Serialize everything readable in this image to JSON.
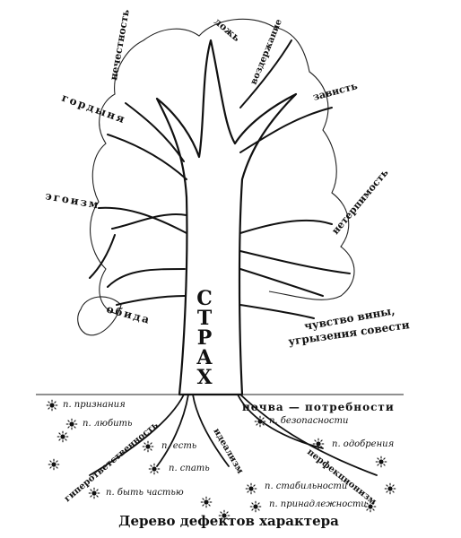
{
  "diagram": {
    "center": "СТРАХ",
    "caption": "Дерево дефектов характера",
    "branch_labels": [
      "нечестность",
      "ложь",
      "воздержание",
      "гордыня",
      "зависть",
      "эгоизм",
      "нетерпимость",
      "обида",
      "чувство вины,",
      "угрызения совести"
    ],
    "soil_label": "почва — потребности",
    "root_labels": [
      "гиперответственность",
      "идеализм",
      "перфекционизм"
    ],
    "needs": [
      "п. признания",
      "п. любить",
      "п. есть",
      "п. спать",
      "п. быть частью",
      "п. безопасности",
      "п. одобрения",
      "п. стабильности",
      "п. принадлежности"
    ],
    "star_icon": "sun-star-icon"
  }
}
